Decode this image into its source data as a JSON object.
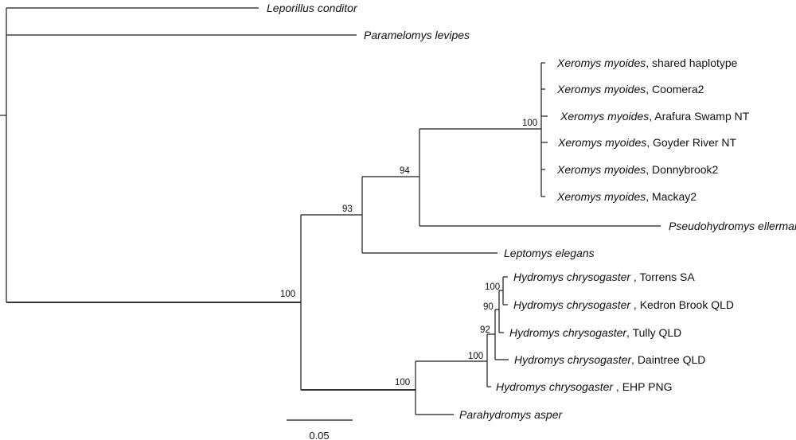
{
  "taxa": [
    {
      "species": "Leporillus conditor",
      "suffix": ""
    },
    {
      "species": "Paramelomys levipes",
      "suffix": ""
    },
    {
      "species": "Xeromys myoides",
      "suffix": ", shared haplotype"
    },
    {
      "species": "Xeromys myoides",
      "suffix": ", Coomera2"
    },
    {
      "species": "Xeromys myoides",
      "suffix": ", Arafura Swamp NT"
    },
    {
      "species": "Xeromys myoides",
      "suffix": ", Goyder River NT"
    },
    {
      "species": "Xeromys myoides",
      "suffix": ", Donnybrook2"
    },
    {
      "species": "Xeromys myoides",
      "suffix": ", Mackay2"
    },
    {
      "species": "Pseudohydromys ellermani",
      "suffix": ""
    },
    {
      "species": "Leptomys elegans",
      "suffix": ""
    },
    {
      "species": "Hydromys chrysogaster",
      "suffix": " , Torrens SA"
    },
    {
      "species": "Hydromys chrysogaster",
      "suffix": " , Kedron Brook QLD"
    },
    {
      "species": "Hydromys chrysogaster",
      "suffix": ", Tully QLD"
    },
    {
      "species": "Hydromys chrysogaster",
      "suffix": ", Daintree QLD"
    },
    {
      "species": "Hydromys chrysogaster",
      "suffix": " , EHP PNG"
    },
    {
      "species": "Parahydromys asper",
      "suffix": ""
    }
  ],
  "support_values": {
    "xeromys_clade": "100",
    "xeromys_pseudohydromys": "94",
    "leptomys_group": "93",
    "ingroup": "100",
    "hydromys_parahydromys": "100",
    "hydromys_clade": "100",
    "hydromys_inner_92": "92",
    "hydromys_inner_90": "90",
    "hydromys_inner_100": "100"
  },
  "scale_bar": {
    "label": "0.05"
  }
}
